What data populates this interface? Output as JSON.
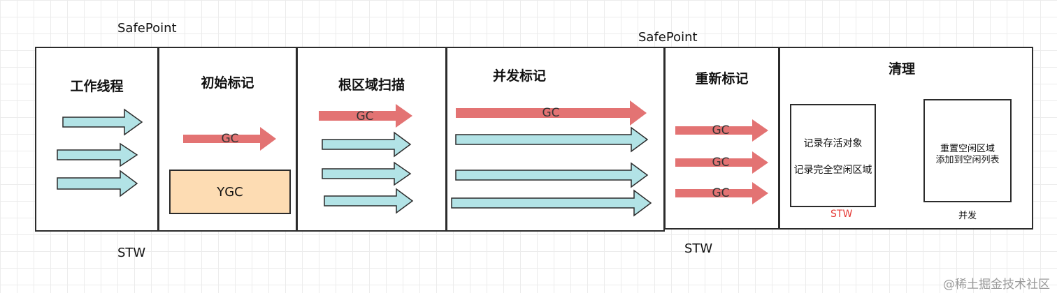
{
  "safepoints": [
    "SafePoint",
    "SafePoint"
  ],
  "stw_labels": [
    "STW",
    "STW"
  ],
  "stages": {
    "worker": "工作线程",
    "initial_mark": "初始标记",
    "root_scan": "根区域扫描",
    "concurrent_mark": "并发标记",
    "remark": "重新标记",
    "cleanup": "清理"
  },
  "ygc_label": "YGC",
  "gc_label": "GC",
  "cleanup_boxes": {
    "left": {
      "line1": "记录存活对象",
      "line2": "记录完全空闲区域",
      "note": "STW"
    },
    "right": {
      "line1": "重置空闲区域",
      "line2": "添加到空闲列表",
      "note": "并发"
    }
  },
  "colors": {
    "gc_arrow": "#e37373",
    "thread_arrow": "#b2e3e6",
    "ygc_fill": "#fddcb3",
    "stw_red": "#e53935"
  },
  "watermark": "@稀土掘金技术社区"
}
